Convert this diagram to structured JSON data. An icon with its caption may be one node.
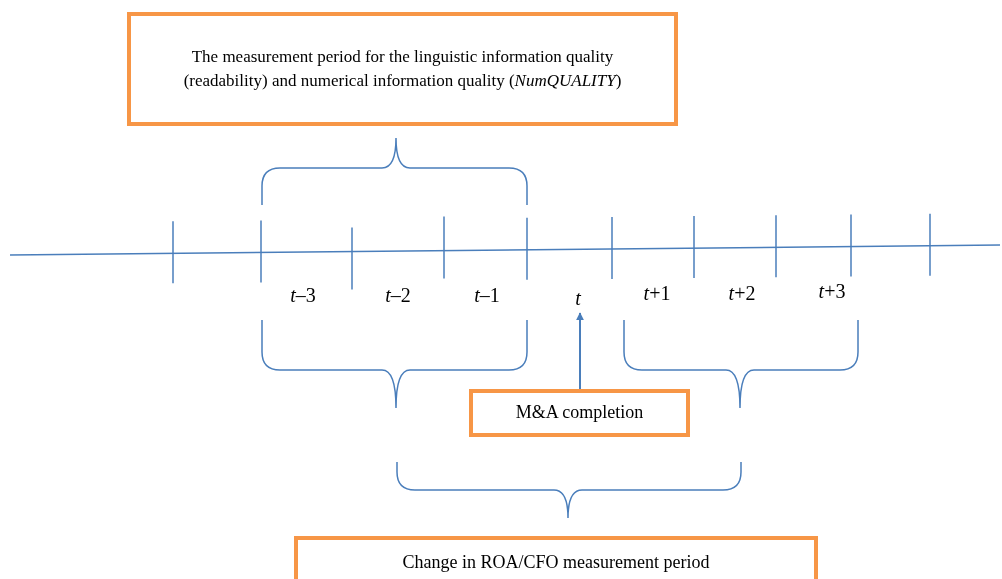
{
  "diagram": {
    "nodes": [
      {
        "text": [
          "The measurement period for the linguistic information quality (readability) and numerical information quality (*NumQUALITY*)"
        ]
      },
      {
        "text": [
          "*t*"
        ]
      },
      {
        "text": [
          "M&A completion"
        ]
      },
      {
        "text": [
          "Change in ROA/CFO measurement period"
        ]
      }
    ],
    "edges": [
      {
        "from": 2,
        "to": 1,
        "arrow": "to"
      }
    ],
    "labels": [
      "*t*–3",
      "*t*–2",
      "*t*–1",
      "*t*+1",
      "*t*+2",
      "*t*+3"
    ]
  }
}
